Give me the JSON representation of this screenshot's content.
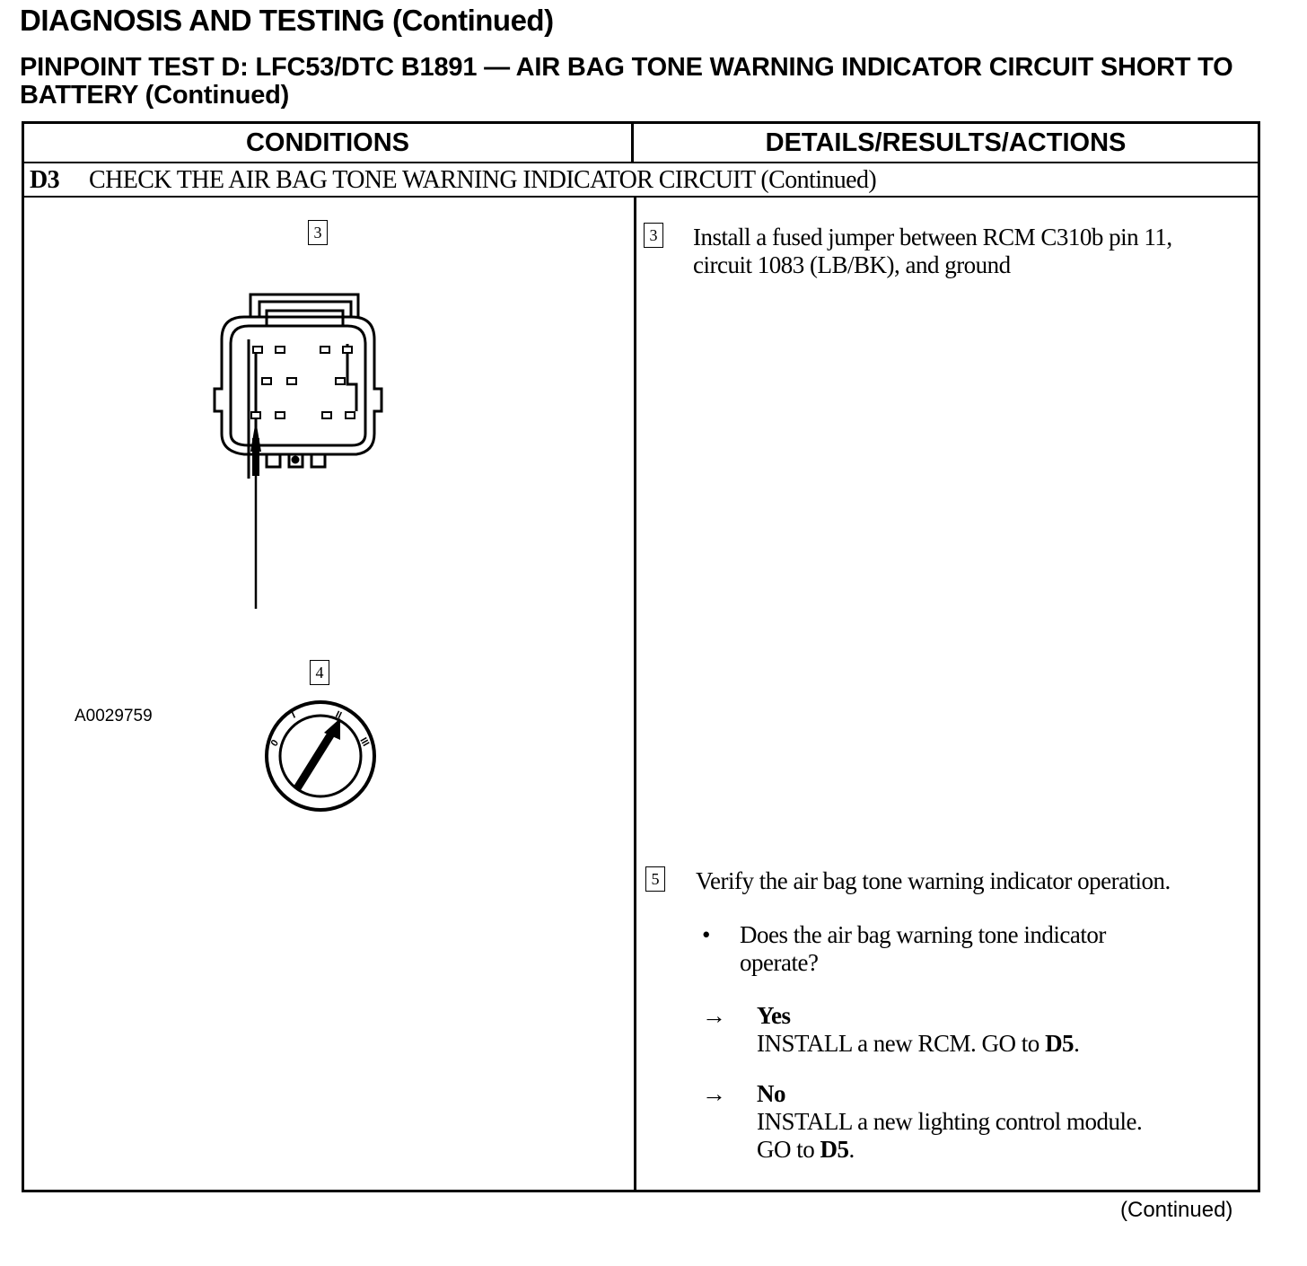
{
  "header": {
    "doc_title": "DIAGNOSIS AND TESTING (Continued)",
    "test_title": "PINPOINT TEST D:  LFC53/DTC B1891 — AIR BAG TONE WARNING INDICATOR CIRCUIT SHORT TO BATTERY (Continued)"
  },
  "table": {
    "col_conditions": "CONDITIONS",
    "col_details": "DETAILS/RESULTS/ACTIONS",
    "step_id": "D3",
    "step_title": "CHECK THE AIR BAG TONE WARNING INDICATOR CIRCUIT (Continued)"
  },
  "conditions": {
    "box3": "3",
    "figure_label": "A0029759",
    "box4": "4",
    "ignition_positions": [
      "0",
      "I",
      "II",
      "III"
    ]
  },
  "details": {
    "item3": {
      "num": "3",
      "text_line1": "Install a fused jumper between RCM C310b pin 11,",
      "text_line2": "circuit 1083 (LB/BK), and ground"
    },
    "item5": {
      "num": "5",
      "text": "Verify the air bag tone warning indicator operation.",
      "bullet": "•",
      "question_line1": "Does the air bag warning tone indicator",
      "question_line2": "operate?",
      "arrow": "→",
      "yes_label": "Yes",
      "yes_action_text": "INSTALL a new RCM. GO to ",
      "yes_action_target": "D5",
      "yes_action_end": ".",
      "no_label": "No",
      "no_action_line1": "INSTALL a new lighting control module.",
      "no_action_text": "GO to ",
      "no_action_target": "D5",
      "no_action_end": "."
    }
  },
  "footer": {
    "continued": "(Continued)"
  }
}
